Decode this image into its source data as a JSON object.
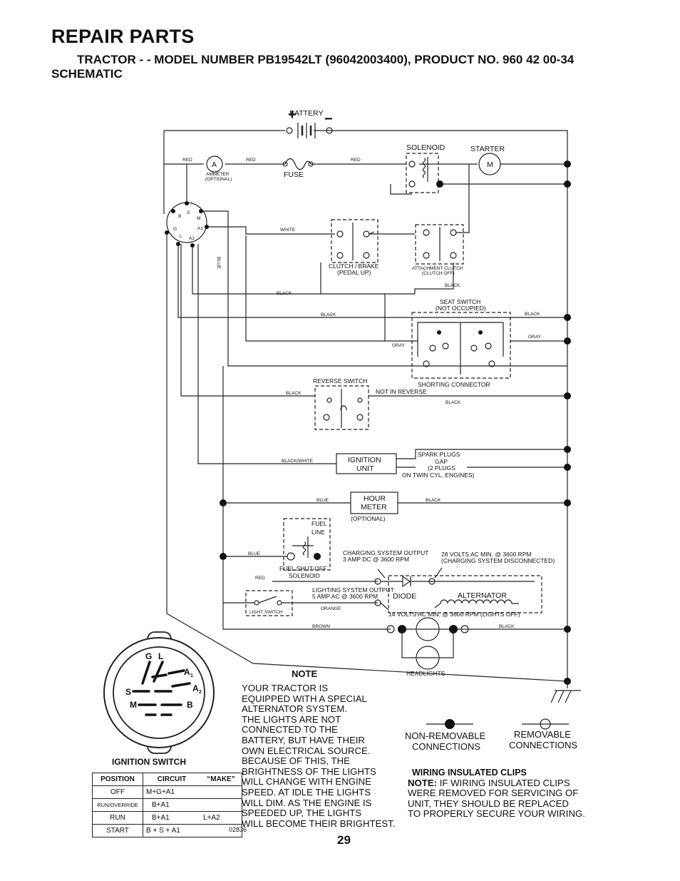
{
  "header": {
    "title": "REPAIR PARTS",
    "subtitle": "TRACTOR - - MODEL NUMBER PB19542LT (96042003400), PRODUCT NO. 960 42 00-34",
    "section": "SCHEMATIC"
  },
  "labels": {
    "battery": "BATTERY",
    "battery_plus": "+",
    "battery_minus": "−",
    "ammeter_a": "A",
    "ammeter": "AMMETER",
    "ammeter_opt": "(OPTIONAL)",
    "fuse": "FUSE",
    "red": "RED",
    "solenoid": "SOLENOID",
    "starter": "STARTER",
    "starter_m": "M",
    "white": "WHITE",
    "blue": "BLUE",
    "black": "BLACK",
    "gray": "GRAY",
    "clutch_brake": "CLUTCH / BRAKE",
    "pedal_up": "(PEDAL UP)",
    "attach_clutch": "ATTACHMENT CLUTCH",
    "clutch_off": "(CLUTCH OFF)",
    "seat_switch": "SEAT SWITCH",
    "not_occupied": "(NOT OCCUPIED)",
    "shorting_connector": "SHORTING CONNECTOR",
    "reverse_switch": "REVERSE SWITCH",
    "not_in_reverse": "NOT IN REVERSE",
    "black_white": "BLACK/WHITE",
    "ignition": "IGNITION",
    "unit": "UNIT",
    "spark_plugs": "SPARK PLUGS",
    "gap": "GAP",
    "two_plugs": "(2 PLUGS",
    "twin_cyl": "ON TWIN CYL. ENGINES)",
    "hour": "HOUR",
    "meter": "METER",
    "optional": "(OPTIONAL)",
    "fuel": "FUEL",
    "line": "LINE",
    "fuel_shutoff": "FUEL SHUT-OFF",
    "solenoid2": "SOLENOID",
    "charging_out": "CHARGING SYSTEM OUTPUT",
    "charging_amp": "3 AMP DC @ 3600 RPM",
    "ac28": "28 VOLTS AC MIN. @ 3600 RPM",
    "ac28_disc": "(CHARGING SYSTEM DISCONNECTED)",
    "lighting_out": "LIGHTING SYSTEM OUTPUT",
    "lighting_amp": "5 AMP AC @ 3600 RPM",
    "diode": "DIODE",
    "alternator": "ALTERNATOR",
    "light_switch": "LIGHT SWITCH",
    "orange": "ORANGE",
    "ac14": "14 VOLTS AC MIN. @ 3600 RPM (LIGHTS OFF)",
    "brown": "BROWN",
    "headlights": "HEADLIGHTS",
    "sw_b": "B",
    "sw_s": "S",
    "sw_m": "M",
    "sw_g": "G",
    "sw_a1": "A1",
    "sw_l": "L",
    "sw_a2": "A2",
    "ign_g": "G",
    "ign_l": "L",
    "ign_a1": "A",
    "ign_a1_sub": "1",
    "ign_a2": "A",
    "ign_a2_sub": "2",
    "ign_s": "S",
    "ign_m": "M",
    "ign_b": "B",
    "ignition_switch": "IGNITION SWITCH",
    "non_removable": "NON-REMOVABLE",
    "connections": "CONNECTIONS",
    "removable": "REMOVABLE",
    "connections2": "CONNECTIONS",
    "figure_code": "02836"
  },
  "note": {
    "heading": "NOTE",
    "body": "YOUR TRACTOR IS\nEQUIPPED WITH A SPECIAL\nALTERNATOR SYSTEM.\nTHE LIGHTS ARE NOT\nCONNECTED TO THE\nBATTERY, BUT HAVE THEIR\nOWN ELECTRICAL SOURCE.\nBECAUSE OF THIS, THE\nBRIGHTNESS OF THE LIGHTS\nWILL CHANGE WITH ENGINE\nSPEED.  AT IDLE THE LIGHTS\nWILL DIM.  AS THE ENGINE IS\nSPEEDED UP, THE LIGHTS\nWILL BECOME THEIR BRIGHTEST."
  },
  "clips": {
    "heading": "WIRING INSULATED CLIPS",
    "note_label": "NOTE:",
    "body_first": " IF WIRING INSULATED CLIPS",
    "body_rest": "WERE REMOVED FOR SERVICING OF\n UNIT, THEY SHOULD BE REPLACED\nTO PROPERLY SECURE YOUR WIRING."
  },
  "ignition_table": {
    "headers": [
      "POSITION",
      "CIRCUIT",
      "“MAKE”"
    ],
    "rows": [
      [
        "OFF",
        "M+G+A1",
        ""
      ],
      [
        "RUN/OVERRIDE",
        "B+A1",
        ""
      ],
      [
        "RUN",
        "B+A1",
        "L+A2"
      ],
      [
        "START",
        "B + S + A1",
        ""
      ]
    ]
  },
  "page_number": "29"
}
